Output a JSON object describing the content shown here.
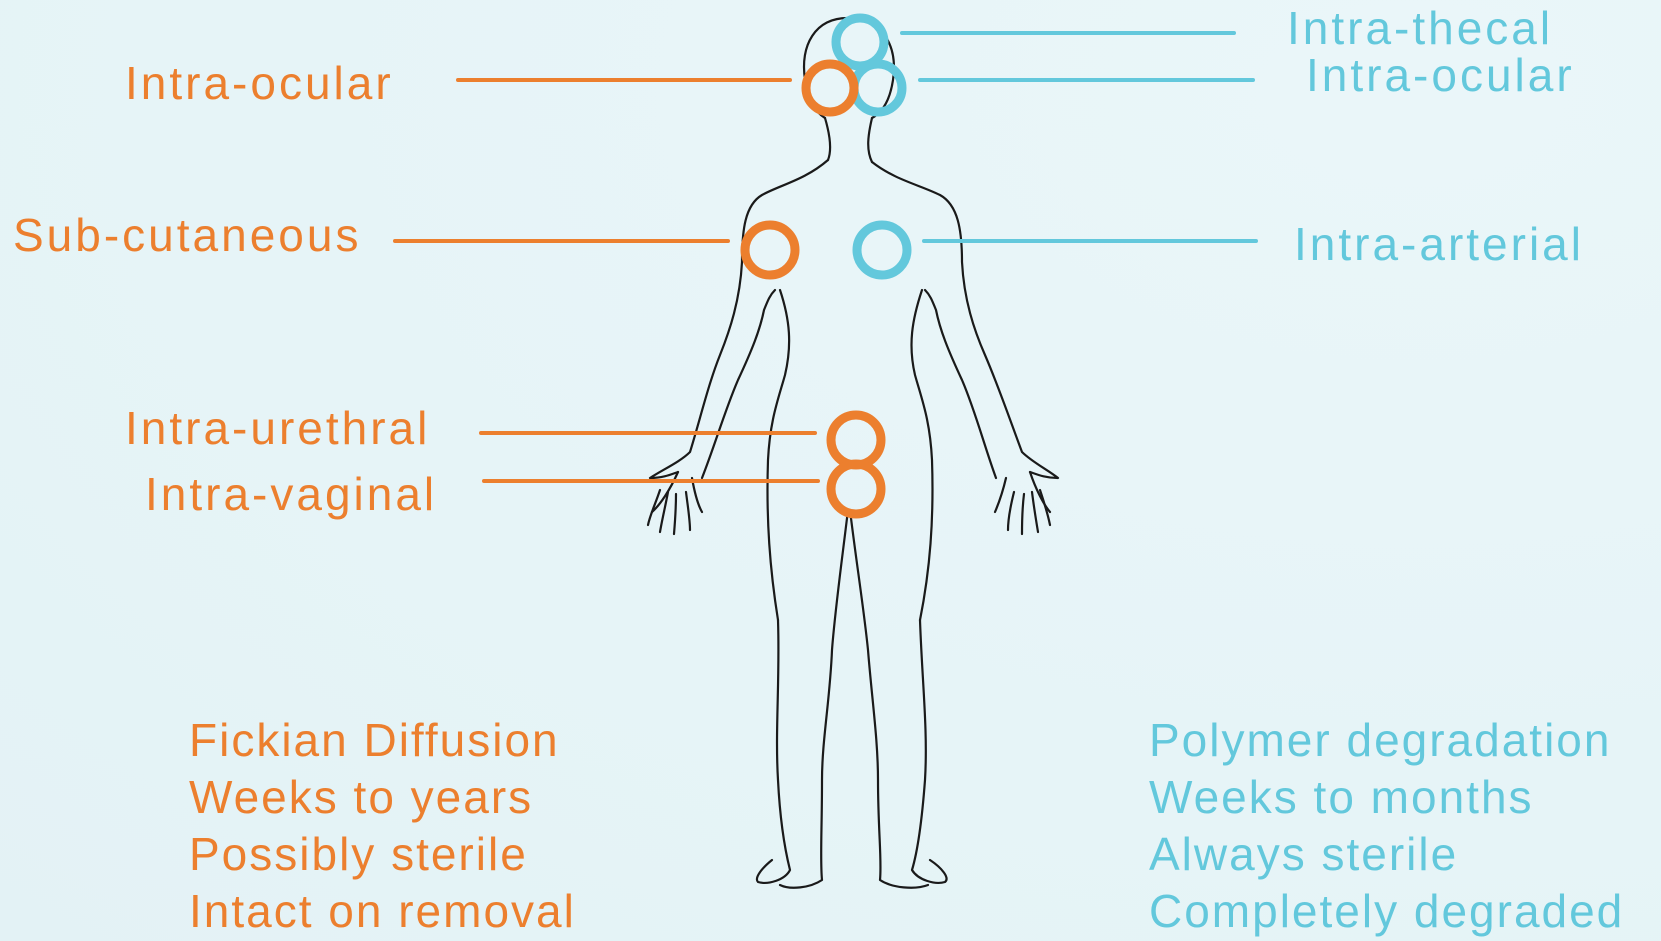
{
  "colors": {
    "mode_a": "#ec7f2e",
    "mode_b": "#63c8dc",
    "outline": "#1a1a1a",
    "background": "#e6f4f7"
  },
  "left_sites": {
    "intra_ocular": "Intra-ocular",
    "sub_cutaneous": "Sub-cutaneous",
    "intra_urethral": "Intra-urethral",
    "intra_vaginal": "Intra-vaginal"
  },
  "right_sites": {
    "intra_thecal": "Intra-thecal",
    "intra_ocular": "Intra-ocular",
    "intra_arterial": "Intra-arterial"
  },
  "left_properties": [
    "Fickian Diffusion",
    "Weeks to years",
    "Possibly sterile",
    "Intact on removal"
  ],
  "right_properties": [
    "Polymer degradation",
    "Weeks to months",
    "Always sterile",
    "Completely degraded"
  ]
}
